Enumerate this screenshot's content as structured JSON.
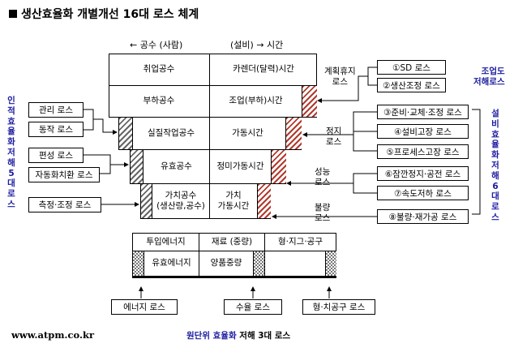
{
  "title": "생산효율화 개별개선 16대 로스 체계",
  "header": {
    "left_arrow": "← 공수 (사람)",
    "right_arrow": "(설비) → 시간"
  },
  "pyramid": {
    "rows": [
      {
        "left": "취업공수",
        "right": "카렌더(달력)시간"
      },
      {
        "left": "부하공수",
        "right": "조업(부하)시간"
      },
      {
        "left": "실질작업공수",
        "right": "가동시간"
      },
      {
        "left": "유효공수",
        "right": "정미가동시간"
      },
      {
        "left": "가치공수\n(생산량,공수)",
        "right": "가치\n가동시간"
      }
    ]
  },
  "human_losses": {
    "items": [
      "관리 로스",
      "동작 로스",
      "편성 로스",
      "자동화치환 로스",
      "측정·조정 로스"
    ],
    "side_label": "인적효율화저해5대로스"
  },
  "equipment_losses": {
    "items": [
      "①SD 로스",
      "②생산조정 로스",
      "③준비·교체·조정 로스",
      "④설비고장 로스",
      "⑤프로세스고장 로스",
      "⑥잠깐정지·공전 로스",
      "⑦속도저하 로스",
      "⑧불량·재가공 로스"
    ],
    "groups": [
      "계획휴지\n로스",
      "정지\n로스",
      "성능\n로스",
      "불량\n로스"
    ],
    "top_label": "조업도\n저해로스",
    "side_label": "설비효율화저해6대로스"
  },
  "unit_table": {
    "headers": [
      "투입에너지",
      "재료 (중량)",
      "형·지그·공구"
    ],
    "values": [
      "유효에너지",
      "양품중량",
      ""
    ]
  },
  "unit_losses": {
    "items": [
      "에너지 로스",
      "수율 로스",
      "형·치공구 로스"
    ]
  },
  "footer": {
    "url": "www.atpm.co.kr",
    "caption_blue": "원단위 효율화",
    "caption_black": " 저해 3대 로스"
  },
  "colors": {
    "blue": "#1a1aa0",
    "red_hatch": "#b03a2e"
  }
}
